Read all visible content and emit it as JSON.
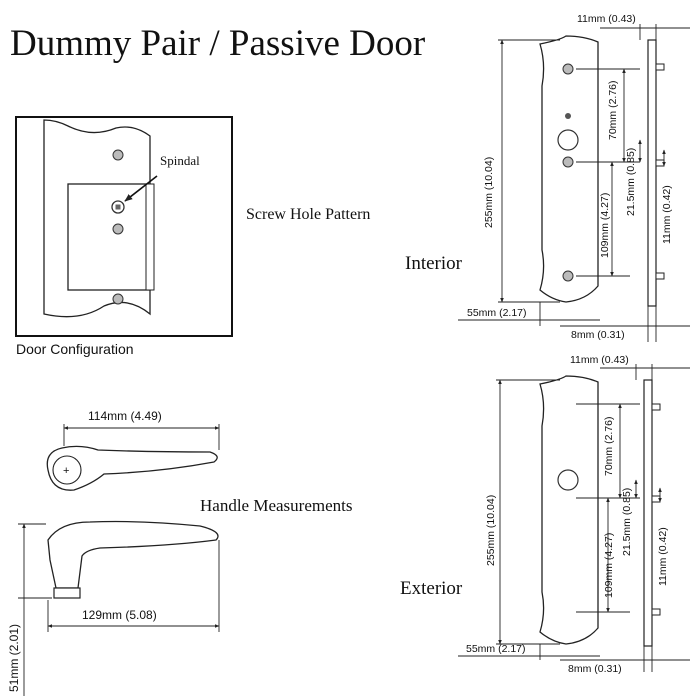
{
  "title": "Dummy Pair / Passive Door",
  "door_config": {
    "caption": "Door Configuration",
    "spindal": "Spindal",
    "screw_hole_pattern": "Screw Hole Pattern"
  },
  "handle": {
    "title": "Handle Measurements",
    "length": "114mm (4.49)",
    "projection": "129mm (5.08)",
    "height": "51mm (2.01)"
  },
  "interior": {
    "label": "Interior",
    "top_width": "11mm (0.43)",
    "height": "255mm (10.04)",
    "hole_spacing": "70mm (2.76)",
    "lower_spacing": "109mm (4.27)",
    "spindle_offset": "21.5mm (0.85)",
    "offset": "11mm (0.42)",
    "plate_width": "55mm (2.17)",
    "thickness": "8mm (0.31)"
  },
  "exterior": {
    "label": "Exterior",
    "top_width": "11mm (0.43)",
    "height": "255mm (10.04)",
    "hole_spacing": "70mm (2.76)",
    "lower_spacing": "109mm (4.27)",
    "spindle_offset": "21.5mm (0.85)",
    "offset": "11mm (0.42)",
    "plate_width": "55mm (2.17)",
    "thickness": "8mm (0.31)"
  }
}
